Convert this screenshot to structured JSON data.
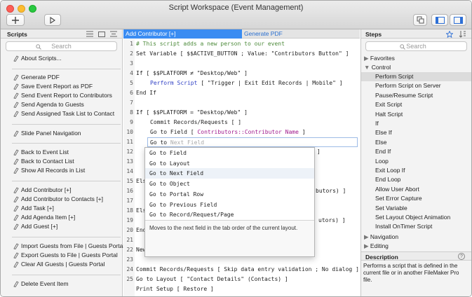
{
  "window": {
    "title": "Script Workspace (Event Management)"
  },
  "left_panel": {
    "header": "Scripts",
    "search_placeholder": "Search",
    "scripts": [
      "About Scripts...",
      "Generate PDF",
      "Save Event Report as PDF",
      "Send Event Report to Contributors",
      "Send Agenda to Guests",
      "Send Assigned Task List to Contact",
      "Slide Panel Navigation",
      "Back to Event List",
      "Back to Contact List",
      "Show All Records in List",
      "Add Contributor [+]",
      "Add Contributor to Contacts [+]",
      "Add Task [+]",
      "Add Agenda Item [+]",
      "Add Guest [+]",
      "Import Guests from File | Guests Portal",
      "Export Guests to File | Guests Portal",
      "Clear All Guests | Guests Portal",
      "Delete Event Item"
    ]
  },
  "editor": {
    "tabs": [
      "Add Contributor [+]",
      "Generate PDF"
    ],
    "line_numbers": [
      "1",
      "2",
      "3",
      "4",
      "5",
      "6",
      "7",
      "8",
      "9",
      "10",
      "11",
      "12",
      "13",
      "14",
      "15",
      "16",
      "17",
      "18",
      "19",
      "20",
      "21",
      "22",
      "23",
      "24",
      "25"
    ],
    "lines": {
      "l1": "# This script adds a new person to our event",
      "l2a": "Set Variable [ $$ACTIVE_BUTTON ; Value: \"Contributors Button\" ]",
      "l4a": "If [ $$PLATFORM ≠ \"Desktop/Web\" ]",
      "l5a": "Perform Script",
      "l5b": " [ \"Trigger | Exit Edit Records | Mobile\" ]",
      "l6a": "End If",
      "l8a": "If [ $$PLATFORM = \"Desktop/Web\" ]",
      "l9a": "Commit Records/Requests [ ]",
      "l10a": "Go to Field [ ",
      "l10b": "Contributors::Contributor Name",
      "l10c": " ]",
      "l11a": "Go to ",
      "l11b": "Next Field",
      "l12r": "]",
      "l15a": "Els",
      "l16r": "butors) ]",
      "l18a": "Els",
      "l19r": "utors) ]",
      "l20a": "End",
      "l22a": "New",
      "l24a": "Commit Records/Requests [ Skip data entry validation ; No dialog ]",
      "l25a": "Go to Layout [ \"Contact Details\" (Contacts) ]",
      "l26a": "Print Setup [ Restore ]"
    }
  },
  "autocomplete": {
    "items": [
      "Go to Field",
      "Go to Layout",
      "Go to Next Field",
      "Go to Object",
      "Go to Portal Row",
      "Go to Previous Field",
      "Go to Record/Request/Page"
    ],
    "selected_index": 2,
    "description": "Moves to the next field in the tab order of the current layout."
  },
  "right_panel": {
    "header": "Steps",
    "search_placeholder": "Search",
    "categories": {
      "favorites": "Favorites",
      "control": "Control",
      "navigation": "Navigation",
      "editing": "Editing"
    },
    "control_steps": [
      "Perform Script",
      "Perform Script on Server",
      "Pause/Resume Script",
      "Exit Script",
      "Halt Script",
      "If",
      "Else If",
      "Else",
      "End If",
      "Loop",
      "Exit Loop If",
      "End Loop",
      "Allow User Abort",
      "Set Error Capture",
      "Set Variable",
      "Set Layout Object Animation",
      "Install OnTimer Script"
    ],
    "selected_step": "Perform Script",
    "description_header": "Description",
    "description": "Performs a script that is defined in the current file or in another FileMaker Pro file."
  },
  "colors": {
    "accent": "#3a8cf2",
    "keyword": "#2f3fc4",
    "field": "#a0188c",
    "comment": "#4c8a3a"
  },
  "icons": [
    "add-icon",
    "play-icon",
    "copy-icon",
    "sidebar-left-icon",
    "sidebar-right-icon",
    "search-icon",
    "star-icon",
    "sort-icon",
    "script-icon",
    "help-icon"
  ]
}
